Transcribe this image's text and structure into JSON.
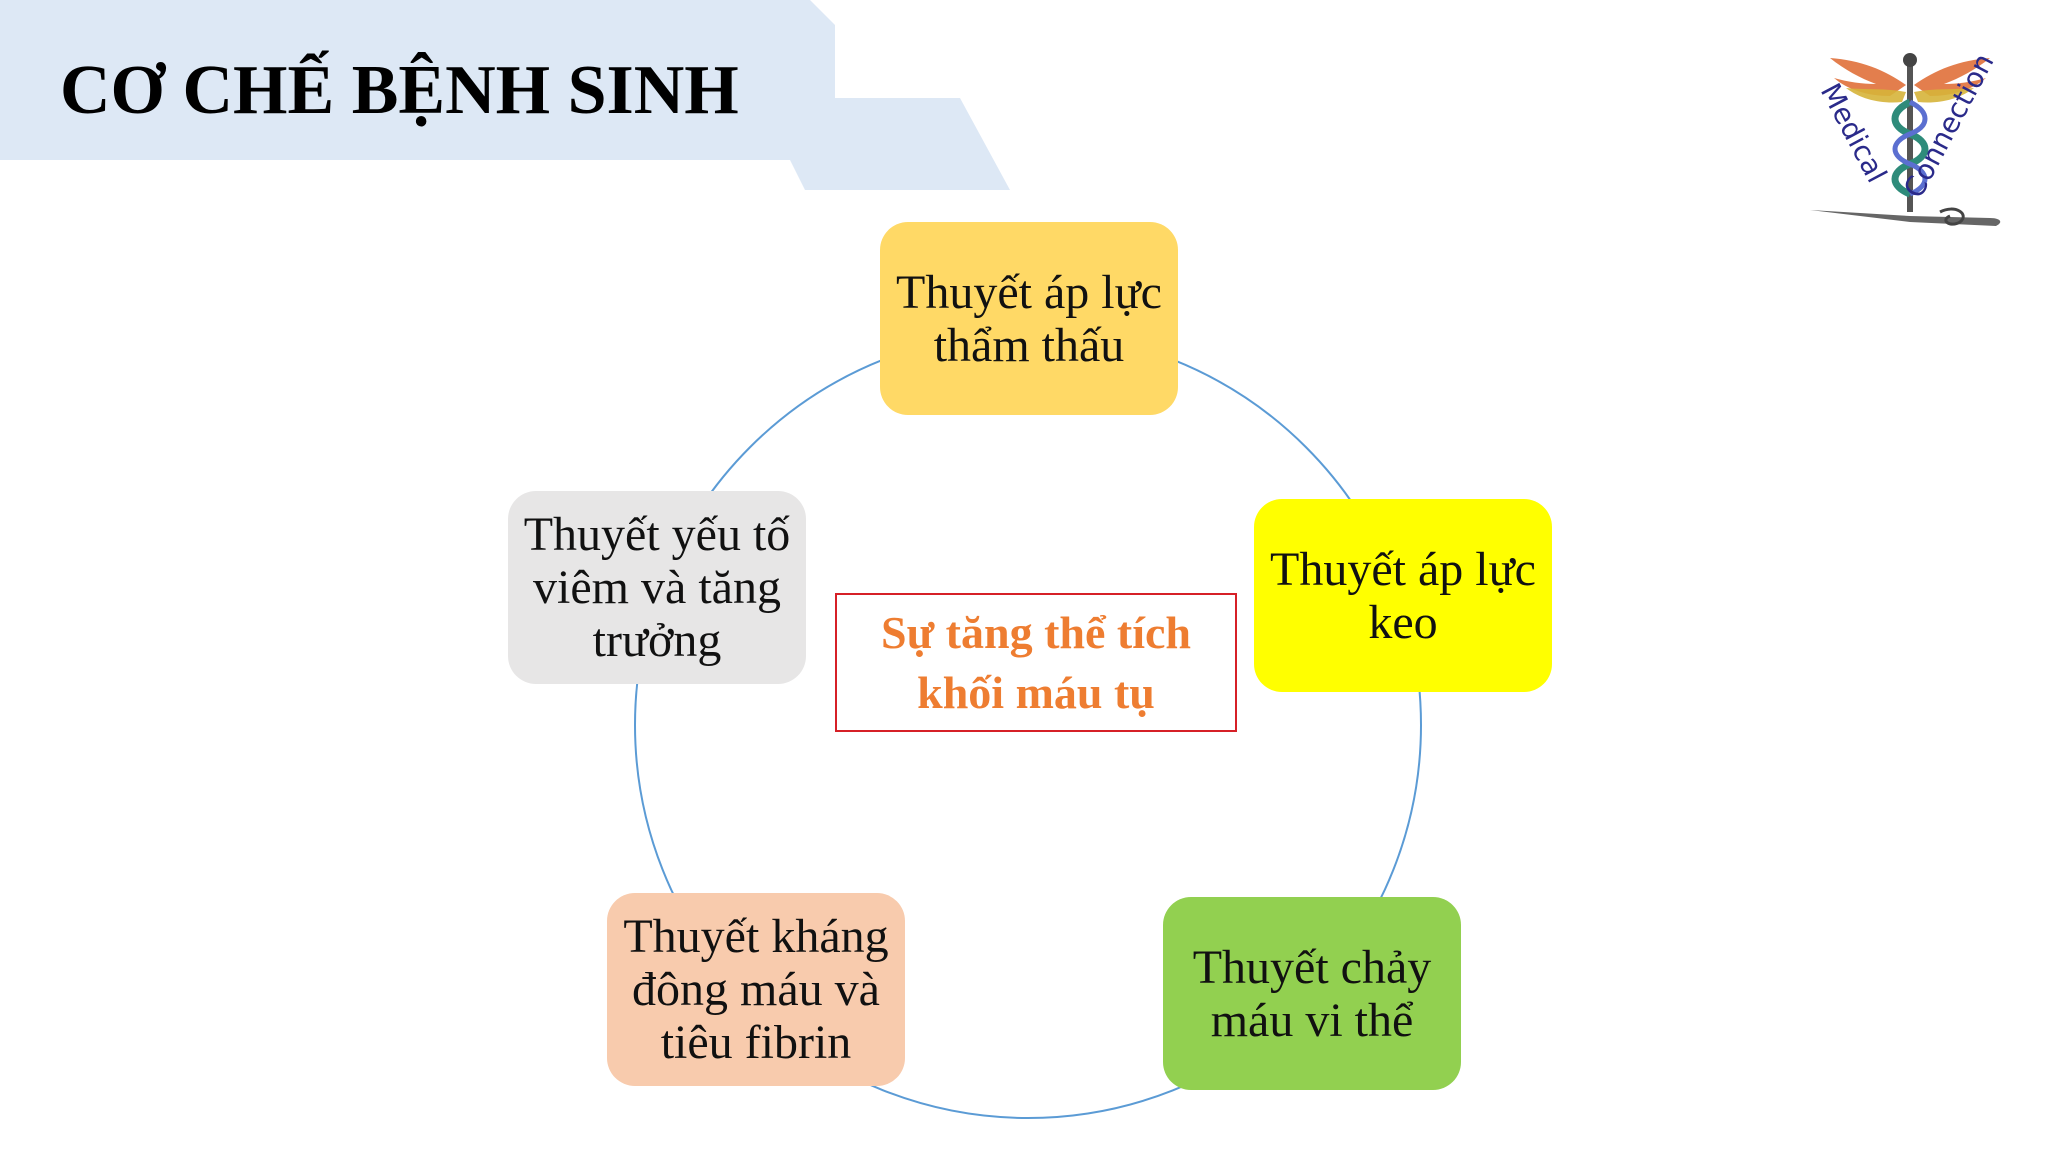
{
  "slide": {
    "title": "CƠ CHẾ BỆNH SINH"
  },
  "logo": {
    "icon": "caduceus-wings-icon",
    "text_left": "Medical",
    "text_right": "Connection"
  },
  "diagram": {
    "center": {
      "label": "Sự tăng thể tích khối máu tụ",
      "text_color": "#ee7d31",
      "border_color": "#d62027"
    },
    "nodes": [
      {
        "label": "Thuyết áp lực thẩm thấu",
        "color": "#ffd966"
      },
      {
        "label": "Thuyết áp lực keo",
        "color": "#ffff00"
      },
      {
        "label": "Thuyết chảy máu vi thể",
        "color": "#92d050"
      },
      {
        "label": "Thuyết kháng đông máu và tiêu fibrin",
        "color": "#f8cbad"
      },
      {
        "label": "Thuyết yếu tố viêm và tăng trưởng",
        "color": "#e7e6e6"
      }
    ],
    "ring_color": "#5b9bd5"
  },
  "header": {
    "band_color": "#dde8f5"
  }
}
